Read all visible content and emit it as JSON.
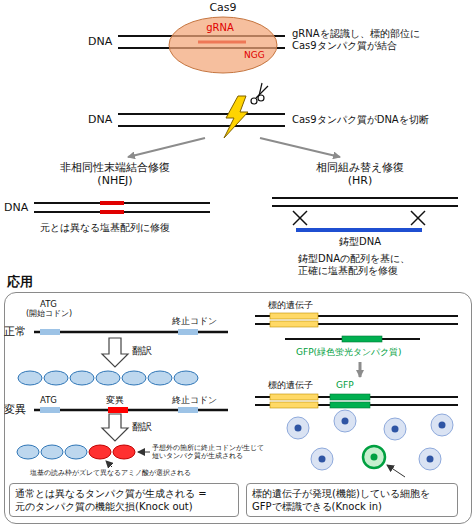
{
  "diagram": {
    "nodes": [
      {
        "text": [
          "Cas9"
        ]
      },
      {
        "text": [
          "応用"
        ]
      },
      {
        "text": [
          "通常とは異なるタンパク質が生成される =元のタンパク質の機能欠損(Knock out)"
        ],
        "in": 1
      },
      {
        "text": [
          "標的遺伝子が発現(機能)している細胞を GFPで標識できる(Knock in)"
        ],
        "in": 1
      }
    ],
    "labels": [
      "gRNA",
      "NGG",
      "DNA",
      "gRNAを認識し、標的部位に Cas9タンパク質が結合",
      "DNA",
      "Cas9タンパク質がDNAを切断",
      "非相同性末端結合修復 (NHEJ)",
      "相同組み替え修復 (HR)",
      "DNA",
      "元とは異なる塩基配列に修復",
      "鋳型DNA",
      "鋳型DNAの配列を基に、 正確に塩基配列を修復",
      "ATG",
      "(開始コドン)",
      "終止コドン",
      "正常",
      "翻訳",
      "変異",
      "ATG",
      "変異",
      "終止コドン",
      "翻訳",
      "予想外の箇所に終止コドンが生じて 短いタンパク質が生成される",
      "塩基の読み枠がズレて異なるアミノ酸が選択される",
      "標的遺伝子",
      "GFP(緑色蛍光タンパク質)",
      "標的遺伝子",
      "GFP"
    ]
  }
}
